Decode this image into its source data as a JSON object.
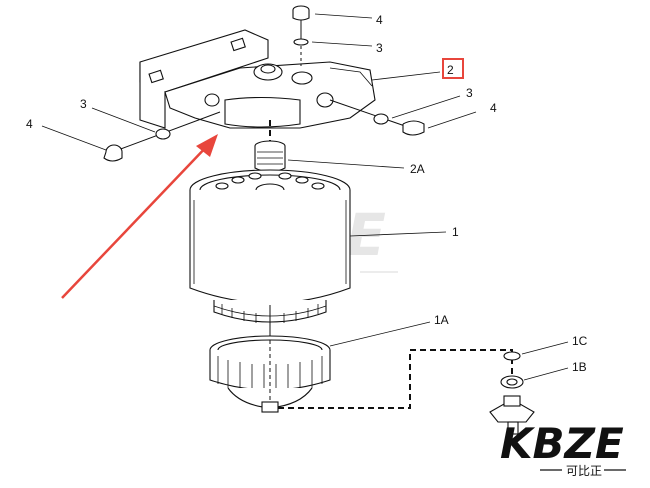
{
  "callouts": {
    "screw_top": "4",
    "washer_top": "3",
    "base": "2",
    "washer_right": "3",
    "screw_right": "4",
    "washer_left": "3",
    "screw_left": "4",
    "adapter": "2A",
    "element": "1",
    "bowl": "1A",
    "seal": "1C",
    "drain_washer": "1B"
  },
  "watermark": {
    "brand": "KBZE",
    "subtitle": "可比正"
  },
  "colors": {
    "highlight_box": "#e8463c",
    "arrow": "#e8463c",
    "lines": "#111111",
    "watermark": "#b8b8b8"
  }
}
